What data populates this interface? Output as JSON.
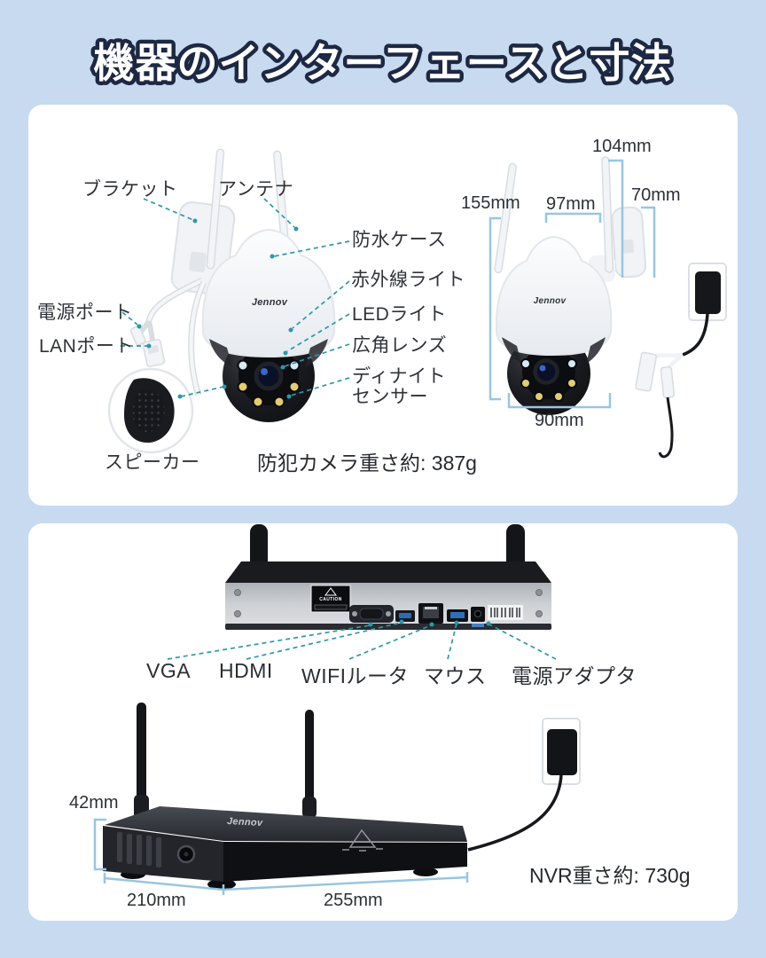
{
  "title": "機器のインターフェースと寸法",
  "brand": "Jennov",
  "colors": {
    "background": "#c7daef",
    "card": "#ffffff",
    "leader_line": "#2e97aa",
    "dimension_line": "#98c6e2",
    "label_text": "#2f3237",
    "title_fill": "#ffffff",
    "title_outline": "#1d2843"
  },
  "camera_section": {
    "labels": {
      "bracket": "ブラケット",
      "antenna": "アンテナ",
      "waterproof_case": "防水ケース",
      "infrared_light": "赤外線ライト",
      "led_light": "LEDライト",
      "wide_angle_lens": "広角レンズ",
      "day_night_sensor_line1": "ディナイト",
      "day_night_sensor_line2": "センサー",
      "power_port": "電源ポート",
      "lan_port": "LANポート",
      "speaker": "スピーカー"
    },
    "dimensions": {
      "antenna_height": "104mm",
      "bracket_height": "70mm",
      "total_height": "155mm",
      "head_width": "97mm",
      "ball_width": "90mm"
    },
    "weight": "防犯カメラ重さ約: 387g"
  },
  "nvr_section": {
    "caution": "CAUTION",
    "port_labels": {
      "vga": "VGA",
      "hdmi": "HDMI",
      "wifi_router": "WIFIルータ",
      "mouse": "マウス",
      "power_adapter": "電源アダプタ"
    },
    "dimensions": {
      "height": "42mm",
      "depth": "210mm",
      "width": "255mm"
    },
    "weight": "NVR重さ約: 730g"
  }
}
